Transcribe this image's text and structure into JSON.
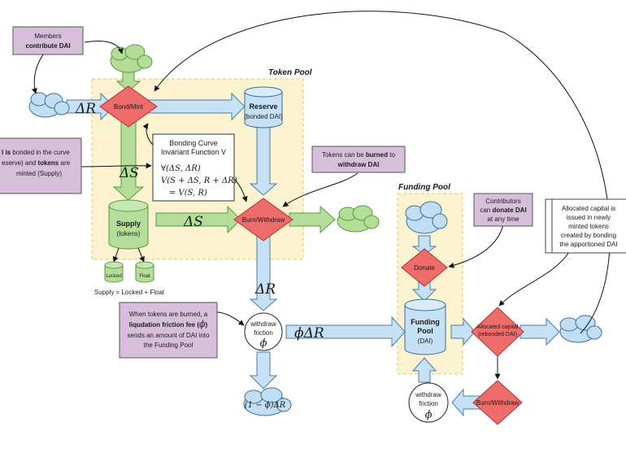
{
  "token_pool": {
    "title": "Token Pool",
    "bond_mint": "Bond/Mint",
    "reserve": {
      "title": "Reserve",
      "subtitle": "(bonded DAI)"
    },
    "supply": {
      "title": "Supply",
      "subtitle": "(tokens)"
    },
    "burn_withdraw": "Burn/Withdraw",
    "delta_r": "ΔR",
    "delta_s_left": "ΔS",
    "delta_s_right": "ΔS",
    "locked": "Locked",
    "float": "Float",
    "supply_equation": "Supply = Locked + Float",
    "bonding_curve": {
      "line1": "Bonding Curve",
      "line2": "Invariant Function V",
      "eq1": "∀(ΔS, ΔR)",
      "eq2": "V(S + ΔS, R + ΔR)",
      "eq3": "= V(S, R)"
    }
  },
  "notes": {
    "members": {
      "line1": "Members",
      "line2": "contribute DAI"
    },
    "bonded": {
      "line1_a": "l is",
      "line1_b": " bonded in the curve",
      "line2_a": "eserve) and ",
      "line2_b": "tokens",
      "line2_c": " are",
      "line3": "minted (Supply)"
    },
    "burned": {
      "line1_a": "Tokens can be ",
      "line1_b": "burned",
      "line1_c": " to",
      "line2": "withdraw DAI"
    },
    "fee": {
      "line1": "When tokens are burned, a",
      "line2_a": "liqudation friction fee (",
      "line2_b": "ϕ",
      "line2_c": ")",
      "line3": "sends an amount of DAI into",
      "line4": "the Funding Pool"
    },
    "contributors": {
      "line1": "Contributors",
      "line2_a": "can ",
      "line2_b": "donate DAI",
      "line3": "at any time"
    },
    "allocated": {
      "line1": "Allocated capital is",
      "line2": "issued in newly",
      "line3": "minted tokens",
      "line4": "created by bonding",
      "line5": "the apportioned DAI"
    }
  },
  "withdraw_friction": {
    "line1": "withdraw",
    "line2": "friction",
    "symbol": "ϕ"
  },
  "labels": {
    "delta_r_down": "ΔR",
    "phi_delta_r": "ϕΔR",
    "one_minus_phi": "(1 − ϕ)ΔR"
  },
  "funding_pool": {
    "title": "Funding Pool",
    "donate": "Donate",
    "pool_title_1": "Funding",
    "pool_title_2": "Pool",
    "pool_subtitle": "(DAI)",
    "allocated_capital_1": "Allocated capital",
    "allocated_capital_2": "(rebonded DAI)",
    "burn_withdraw": "Burn/Withdraw",
    "withdraw_friction": {
      "line1": "withdraw",
      "line2": "friction",
      "symbol": "ϕ"
    }
  },
  "colors": {
    "pool_bg": "#fbf2d0",
    "arrow_blue": "#c6e0f5",
    "arrow_green": "#b5dd9a",
    "diamond": "#ee6c6a",
    "note": "#d7bfdc",
    "cloud_blue": "#c2def3",
    "cloud_green": "#b5dd9a"
  }
}
